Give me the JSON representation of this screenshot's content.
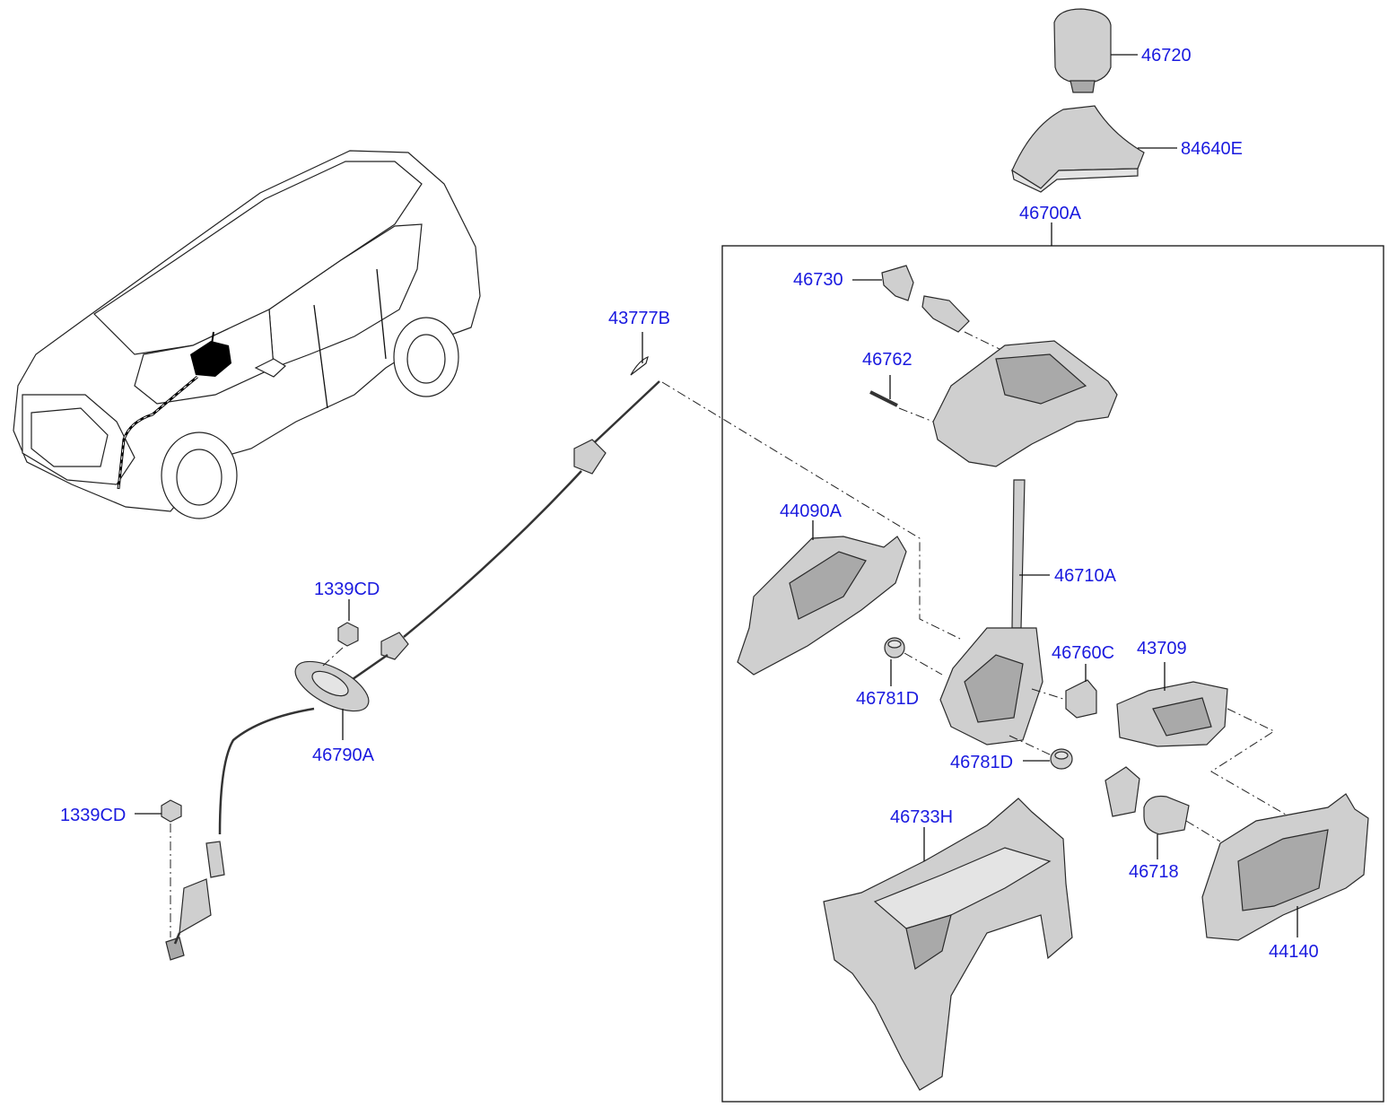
{
  "diagram": {
    "parts": [
      {
        "id": "46720",
        "label": "46720"
      },
      {
        "id": "84640E",
        "label": "84640E"
      },
      {
        "id": "46700A",
        "label": "46700A"
      },
      {
        "id": "46730",
        "label": "46730"
      },
      {
        "id": "46762",
        "label": "46762"
      },
      {
        "id": "43777B",
        "label": "43777B"
      },
      {
        "id": "44090A",
        "label": "44090A"
      },
      {
        "id": "46710A",
        "label": "46710A"
      },
      {
        "id": "1339CD-upper",
        "label": "1339CD"
      },
      {
        "id": "46760C",
        "label": "46760C"
      },
      {
        "id": "43709",
        "label": "43709"
      },
      {
        "id": "46781D-left",
        "label": "46781D"
      },
      {
        "id": "46790A",
        "label": "46790A"
      },
      {
        "id": "46781D-right",
        "label": "46781D"
      },
      {
        "id": "1339CD-lower",
        "label": "1339CD"
      },
      {
        "id": "46733H",
        "label": "46733H"
      },
      {
        "id": "46718",
        "label": "46718"
      },
      {
        "id": "44140",
        "label": "44140"
      }
    ],
    "colors": {
      "label": "#1a1adf",
      "line": "#111111",
      "part_fill": "#cfcfcf"
    }
  }
}
